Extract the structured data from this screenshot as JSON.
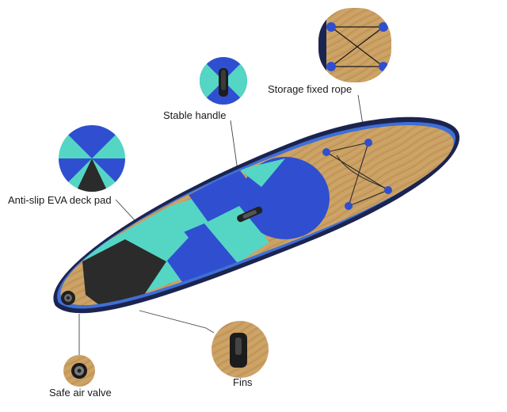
{
  "labels": {
    "storage_rope": "Storage fixed rope",
    "stable_handle": "Stable handle",
    "deck_pad": "Anti-slip EVA deck pad",
    "air_valve": "Safe air valve",
    "fins": "Fins"
  },
  "icons": {
    "board": "paddle-board-icon",
    "handle": "handle-icon",
    "rope": "bungee-rope-icon",
    "valve": "air-valve-icon",
    "fin": "fin-icon"
  },
  "colors": {
    "wood": "#c99a5b",
    "wood_dark": "#a97a3f",
    "navy": "#1d2f8f",
    "royal": "#2f4fd0",
    "teal": "#52d3c2",
    "charcoal": "#2b2b2b",
    "outline": "#1b1f3a"
  }
}
